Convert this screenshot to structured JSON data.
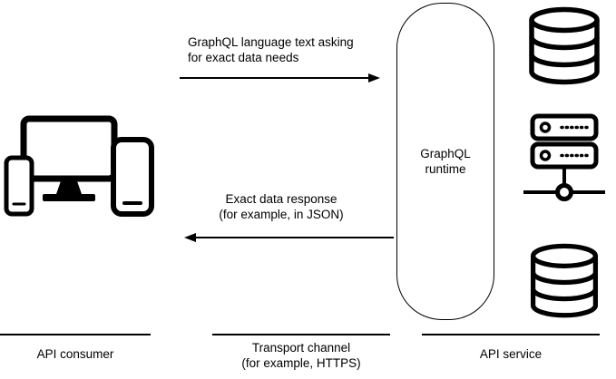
{
  "colors": {
    "ink": "#000000",
    "background": "#ffffff"
  },
  "request_flow": {
    "line1": "GraphQL language text asking",
    "line2": "for exact data needs"
  },
  "response_flow": {
    "line1": "Exact data response",
    "line2": "(for example, in JSON)"
  },
  "runtime_box": {
    "line1": "GraphQL",
    "line2": "runtime"
  },
  "legend": {
    "api_consumer": "API consumer",
    "transport_line1": "Transport channel",
    "transport_line2": "(for example, HTTPS)",
    "api_service": "API service"
  },
  "icons": {
    "consumer": "client-devices-icon",
    "request": "right-arrow-icon",
    "response": "left-arrow-icon",
    "service_top": "database-icon",
    "service_middle": "network-server-icon",
    "service_bottom": "database-icon"
  }
}
